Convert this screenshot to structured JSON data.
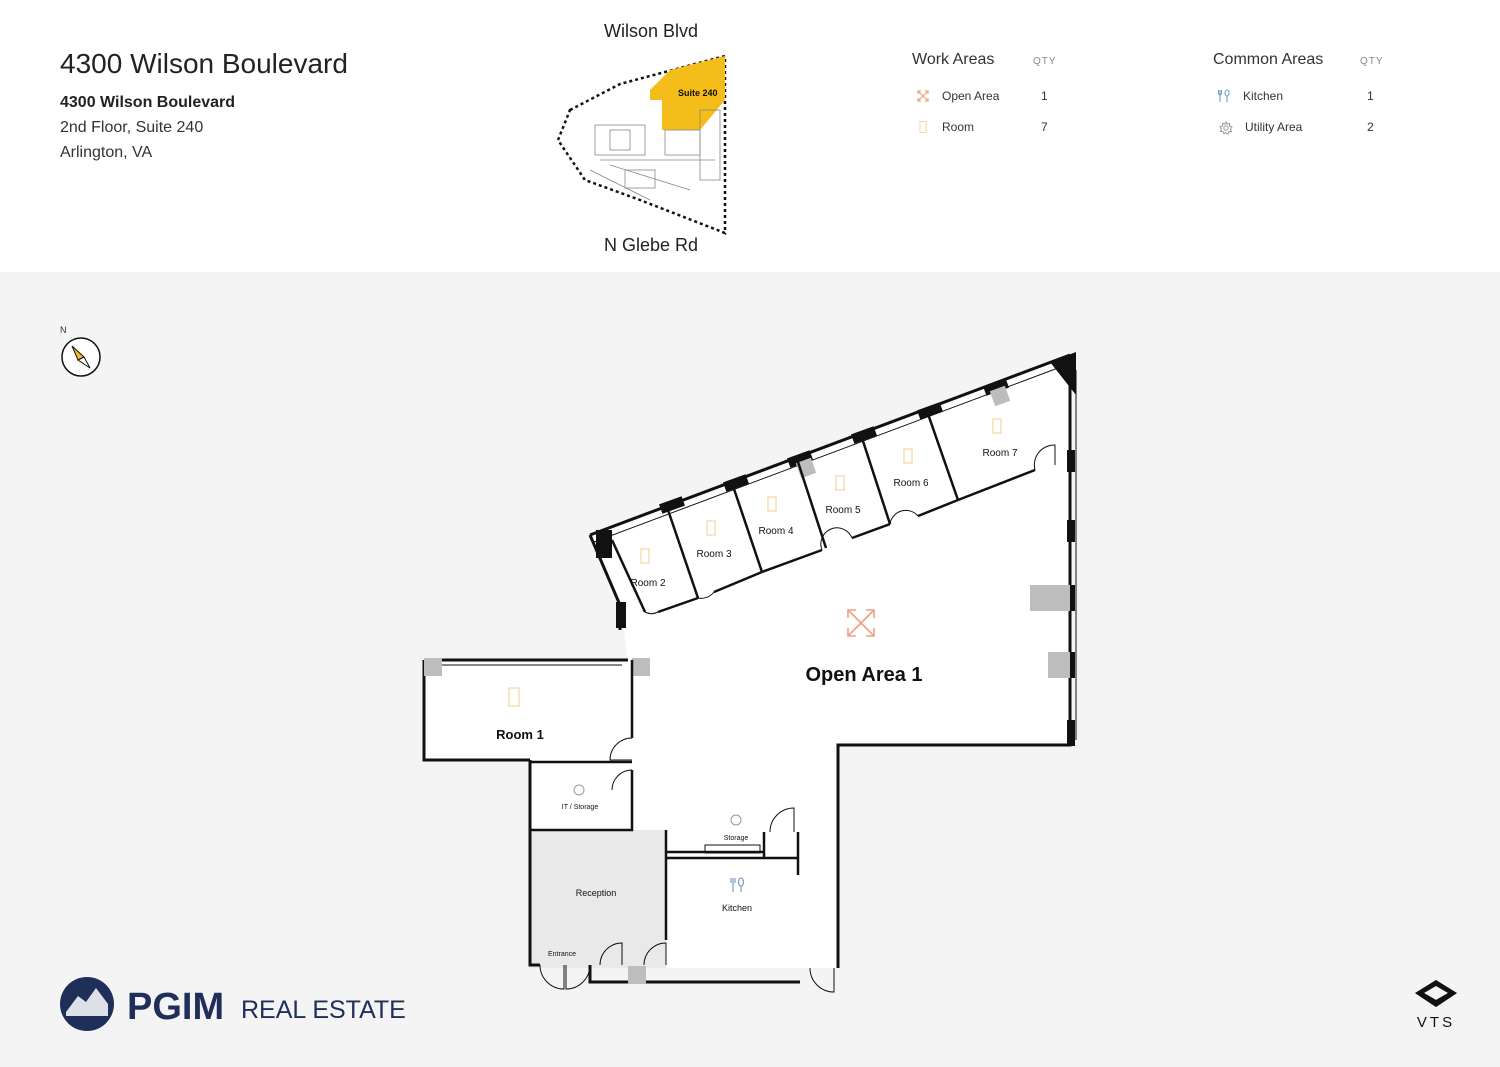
{
  "header": {
    "title": "4300 Wilson Boulevard",
    "address_name": "4300 Wilson Boulevard",
    "address_line2": "2nd Floor, Suite 240",
    "address_line3": "Arlington, VA"
  },
  "keyplan": {
    "street_top": "Wilson Blvd",
    "street_bottom": "N Glebe Rd",
    "suite_label": "Suite 240",
    "highlight_color": "#f5bd19"
  },
  "legend": {
    "work_areas": {
      "heading": "Work Areas",
      "qty_heading": "QTY",
      "items": [
        {
          "icon": "open-area-icon",
          "label": "Open Area",
          "qty": "1",
          "color": "#f0a080"
        },
        {
          "icon": "room-icon",
          "label": "Room",
          "qty": "7",
          "color": "#f3d6a0"
        }
      ]
    },
    "common_areas": {
      "heading": "Common Areas",
      "qty_heading": "QTY",
      "items": [
        {
          "icon": "kitchen-icon",
          "label": "Kitchen",
          "qty": "1",
          "color": "#7a9cc6"
        },
        {
          "icon": "utility-icon",
          "label": "Utility Area",
          "qty": "2",
          "color": "#999999"
        }
      ]
    }
  },
  "compass": {
    "label": "N"
  },
  "floorplan": {
    "rooms": {
      "open_area": "Open Area 1",
      "room1": "Room 1",
      "room2": "Room 2",
      "room3": "Room 3",
      "room4": "Room 4",
      "room5": "Room 5",
      "room6": "Room 6",
      "room7": "Room 7",
      "it_storage": "IT / Storage",
      "storage": "Storage",
      "reception": "Reception",
      "kitchen": "Kitchen",
      "entrance": "Entrance"
    }
  },
  "branding": {
    "company_main": "PGIM",
    "company_sub": "REAL ESTATE",
    "vts": "VTS",
    "brand_color": "#1f2f5a"
  }
}
